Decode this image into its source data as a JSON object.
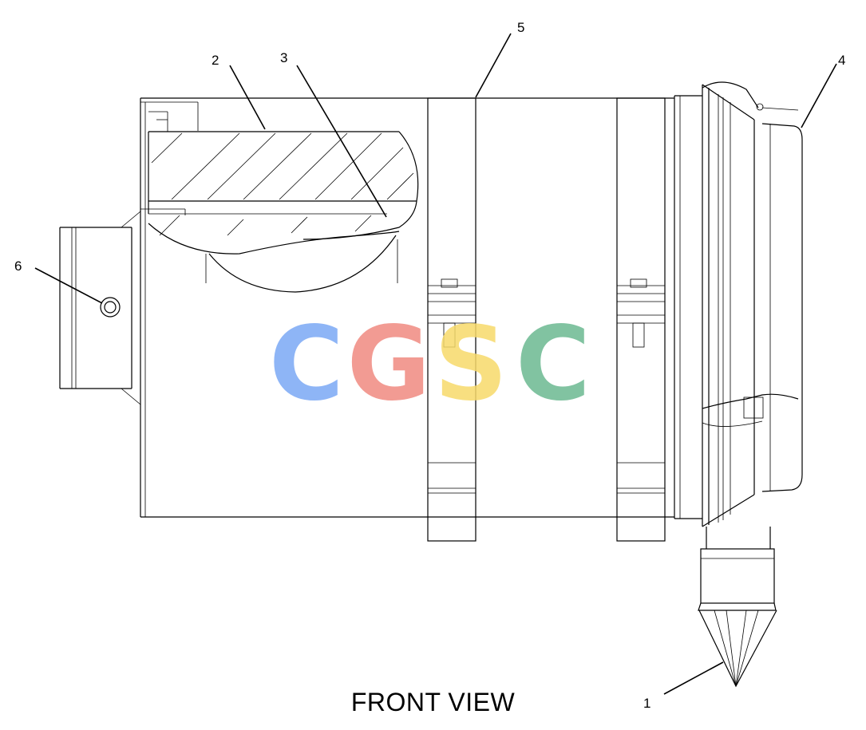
{
  "callouts": {
    "c1": "1",
    "c2": "2",
    "c3": "3",
    "c4": "4",
    "c5": "5",
    "c6": "6"
  },
  "caption": "FRONT VIEW",
  "watermark": {
    "letters": [
      "C",
      "G",
      "S",
      "C"
    ],
    "colors": [
      "#7aa8f5",
      "#f08a80",
      "#f7d96a",
      "#6bb890"
    ]
  }
}
